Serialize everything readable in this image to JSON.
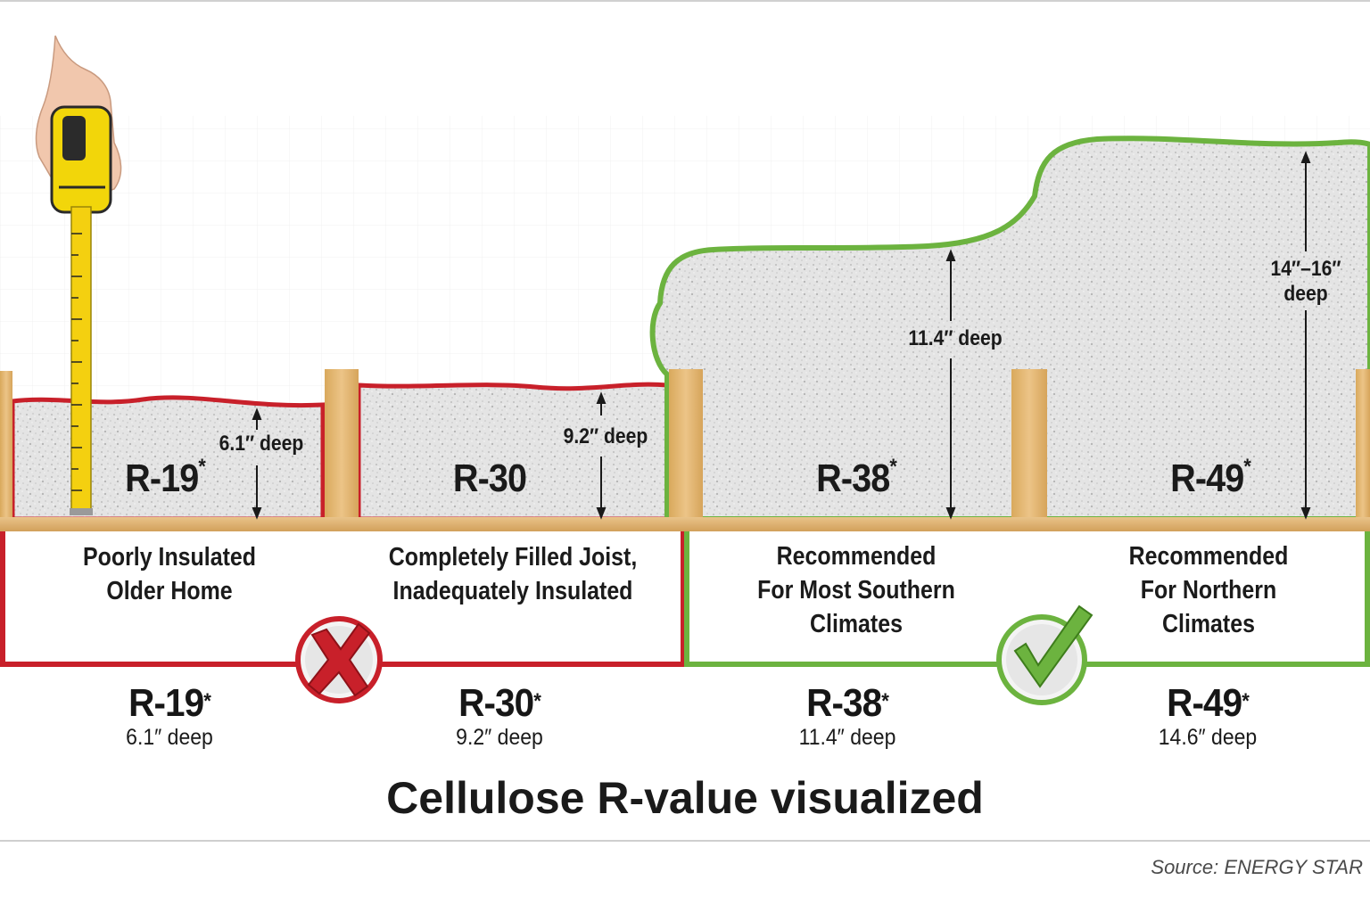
{
  "title": "Cellulose R-value visualized",
  "source": "Source: ENERGY STAR",
  "panels": [
    {
      "r_label": "R-19",
      "asterisk": "*",
      "depth_label": "6.1″ deep",
      "caption_line1": "Poorly Insulated",
      "caption_line2": "Older Home",
      "caption_line3": "",
      "bottom_r": "R-19",
      "bottom_asterisk": "*",
      "bottom_depth": "6.1″ deep",
      "depth_in": 6.1,
      "status": "inadequate"
    },
    {
      "r_label": "R-30",
      "asterisk": "",
      "depth_label": "9.2″ deep",
      "caption_line1": "Completely Filled Joist,",
      "caption_line2": "Inadequately Insulated",
      "caption_line3": "",
      "bottom_r": "R-30",
      "bottom_asterisk": "*",
      "bottom_depth": "9.2″ deep",
      "depth_in": 9.2,
      "status": "inadequate"
    },
    {
      "r_label": "R-38",
      "asterisk": "*",
      "depth_label": "11.4″ deep",
      "caption_line1": "Recommended",
      "caption_line2": "For Most Southern",
      "caption_line3": "Climates",
      "bottom_r": "R-38",
      "bottom_asterisk": "*",
      "bottom_depth": "11.4″ deep",
      "depth_in": 11.4,
      "status": "recommended"
    },
    {
      "r_label": "R-49",
      "asterisk": "*",
      "depth_label_line1": "14″–16″",
      "depth_label_line2": "deep",
      "caption_line1": "Recommended",
      "caption_line2": "For Northern",
      "caption_line3": "Climates",
      "bottom_r": "R-49",
      "bottom_asterisk": "*",
      "bottom_depth": "14.6″ deep",
      "depth_in": 14.6,
      "status": "recommended"
    }
  ],
  "icons": {
    "bad": "x-mark-icon",
    "good": "check-mark-icon",
    "tool": "tape-measure-icon"
  },
  "colors": {
    "bad": "#c8202a",
    "good": "#6cb33f",
    "wood": "#e2b66e",
    "fill": "#dcdcdc",
    "text": "#1a1a1a",
    "grid": "#eeeeee"
  }
}
